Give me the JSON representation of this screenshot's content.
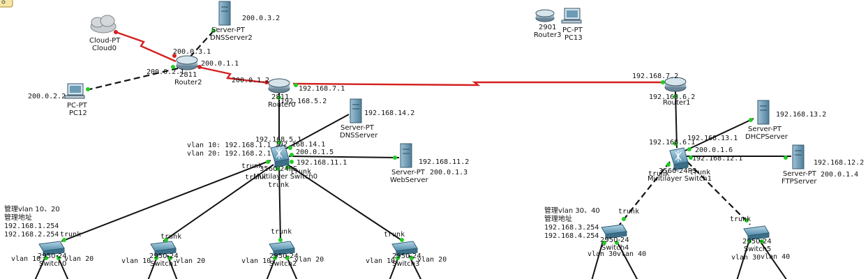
{
  "devices": {
    "cloud0": {
      "type": "Cloud-PT",
      "name": "Cloud0"
    },
    "router2": {
      "type": "2811",
      "name": "Router2"
    },
    "dnsserver2": {
      "type": "Server-PT",
      "name": "DNSServer2",
      "ip": "200.0.3.2"
    },
    "pc12": {
      "type": "PC-PT",
      "name": "PC12",
      "ip": "200.0.2.2"
    },
    "router0": {
      "type": "2811",
      "name": "Router0"
    },
    "router3": {
      "type": "2901",
      "name": "Router3"
    },
    "pc13": {
      "type": "PC-PT",
      "name": "PC13"
    },
    "router1": {
      "type": "",
      "name": "Router1"
    },
    "mlswitch0": {
      "type": "3560-24PS",
      "name": "Multilayer Switch0"
    },
    "mlswitch1": {
      "type": "3560-24PS",
      "name": "Multilayer Switch1"
    },
    "dnsserver": {
      "type": "Server-PT",
      "name": "DNSServer",
      "ip": "192.168.14.2"
    },
    "webserver": {
      "type": "Server-PT",
      "name": "WebServer",
      "ip": "192.168.11.2",
      "ip2": "200.0.1.3"
    },
    "dhcpserver": {
      "type": "Server-PT",
      "name": "DHCPServer",
      "ip": "192.168.13.2"
    },
    "ftpserver": {
      "type": "Server-PT",
      "name": "FTPServer",
      "ip": "192.168.12.2",
      "ip2": "200.0.1.4"
    },
    "switch0": {
      "type": "2950-24",
      "name": "Switch0"
    },
    "switch1": {
      "type": "2950-24",
      "name": "Switch1"
    },
    "switch2": {
      "type": "2950-24",
      "name": "Switch2"
    },
    "switch3": {
      "type": "2950-24",
      "name": "Switch3"
    },
    "switch4": {
      "type": "2950-24",
      "name": "Switch4"
    },
    "switch5": {
      "type": "2950-24",
      "name": "Switch5"
    }
  },
  "labels": {
    "r2_to_dns": "200.0.3.1",
    "r2_to_pc": "200.0.2.1",
    "r2_to_r0": "200.0.1.1",
    "r0_to_r2": "200.0.1.2",
    "r0_to_r1": "192.168.7.1",
    "r0_down": "192.168.5.2",
    "r1_to_r0": "192.168.7.2",
    "r1_down": "192.168.6.2",
    "ml0_up": "192.168.5.1",
    "ml0_dns": "192.168.14.1",
    "ml0_web": "192.168.11.1",
    "ml0_pub": "200.0.1.5",
    "ml0_vlan10": "vlan 10: 192.168.1.1",
    "ml0_vlan20": "vlan 20: 192.168.2.1",
    "ml1_up": "192.168.6.1",
    "ml1_dhcp": "192.168.13.1",
    "ml1_ftp": "192.168.12.1",
    "ml1_pub": "200.0.1.6",
    "trunk": "trunk",
    "vlan10": "vlan 10",
    "vlan20": "vlan 20",
    "vlan30": "vlan 30",
    "vlan40": "vlan 40"
  },
  "notes": {
    "left": {
      "line1": "管理vlan 10、20",
      "line2": "管理地址",
      "line3": "192.168.1.254",
      "line4": "192.168.2.254"
    },
    "right": {
      "line1": "管理vlan 30、40",
      "line2": "管理地址",
      "line3": "192.168.3.254",
      "line4": "192.168.4.254"
    }
  },
  "colors": {
    "serial": "#d42020",
    "ethernet": "#111111",
    "port": "#22cc22",
    "port_red": "#d42020"
  }
}
